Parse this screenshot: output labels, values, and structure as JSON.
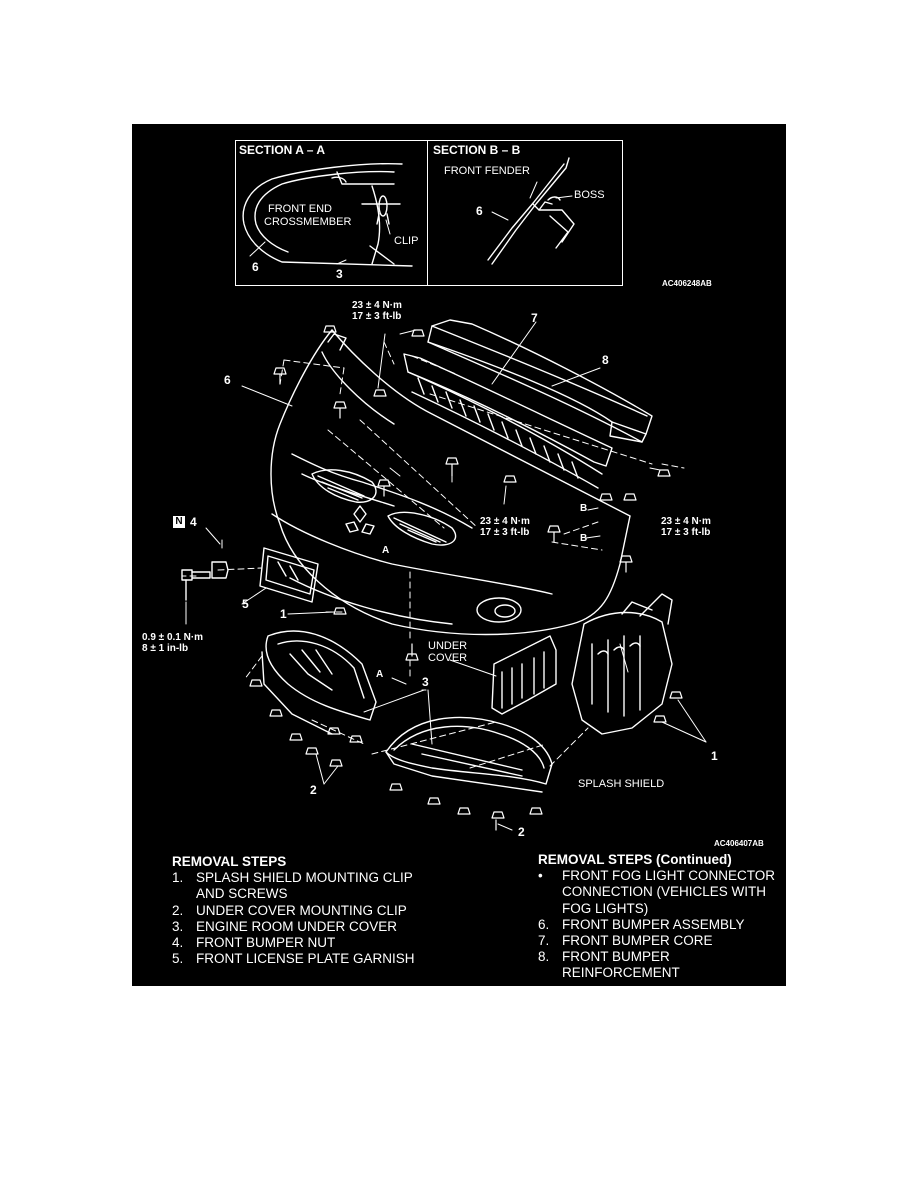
{
  "inset": {
    "section_a": "SECTION A – A",
    "section_b": "SECTION B – B",
    "front_end_crossmember": [
      "FRONT END",
      "CROSSMEMBER"
    ],
    "clip": "CLIP",
    "front_fender": "FRONT FENDER",
    "boss": "BOSS",
    "a_num_6": "6",
    "a_num_3": "3",
    "b_num_6": "6",
    "code": "AC406248AB"
  },
  "callouts": {
    "torque_top": [
      "23 ± 4 N·m",
      "17 ± 3 ft-lb"
    ],
    "torque_mid": [
      "23 ± 4 N·m",
      "17 ± 3 ft-lb"
    ],
    "torque_right": [
      "23 ± 4 N·m",
      "17 ± 3 ft-lb"
    ],
    "torque_nut": [
      "0.9 ± 0.1 N·m",
      "8 ± 1 in-lb"
    ],
    "n_badge": "N",
    "num_4": "4",
    "num_5": "5",
    "num_6": "6",
    "num_7": "7",
    "num_8": "8",
    "num_1_left": "1",
    "num_1_right": "1",
    "num_2_left": "2",
    "num_2_bottom": "2",
    "num_3": "3",
    "sec_a_top": "A",
    "sec_a_bottom": "A",
    "sec_b_top": "B",
    "sec_b_bottom": "B",
    "under_cover": [
      "UNDER",
      "COVER"
    ],
    "splash_shield": "SPLASH SHIELD",
    "code": "AC406407AB"
  },
  "removal_left": {
    "heading": "REMOVAL STEPS",
    "steps": [
      {
        "n": "1.",
        "lines": [
          "SPLASH SHIELD MOUNTING CLIP",
          "AND SCREWS"
        ]
      },
      {
        "n": "2.",
        "lines": [
          "UNDER COVER MOUNTING CLIP"
        ]
      },
      {
        "n": "3.",
        "lines": [
          "ENGINE ROOM UNDER COVER"
        ]
      },
      {
        "n": "4.",
        "lines": [
          "FRONT BUMPER NUT"
        ]
      },
      {
        "n": "5.",
        "lines": [
          "FRONT LICENSE PLATE GARNISH"
        ]
      }
    ]
  },
  "removal_right": {
    "heading": "REMOVAL STEPS (Continued)",
    "steps": [
      {
        "n": "•",
        "lines": [
          "FRONT FOG LIGHT CONNECTOR",
          "CONNECTION (VEHICLES WITH",
          "FOG LIGHTS)"
        ]
      },
      {
        "n": "6.",
        "lines": [
          "FRONT BUMPER ASSEMBLY"
        ]
      },
      {
        "n": "7.",
        "lines": [
          "FRONT BUMPER CORE"
        ]
      },
      {
        "n": "8.",
        "lines": [
          "FRONT BUMPER",
          "REINFORCEMENT"
        ]
      }
    ]
  },
  "colors": {
    "background": "#000000",
    "ink": "#ffffff",
    "page": "#ffffff"
  }
}
